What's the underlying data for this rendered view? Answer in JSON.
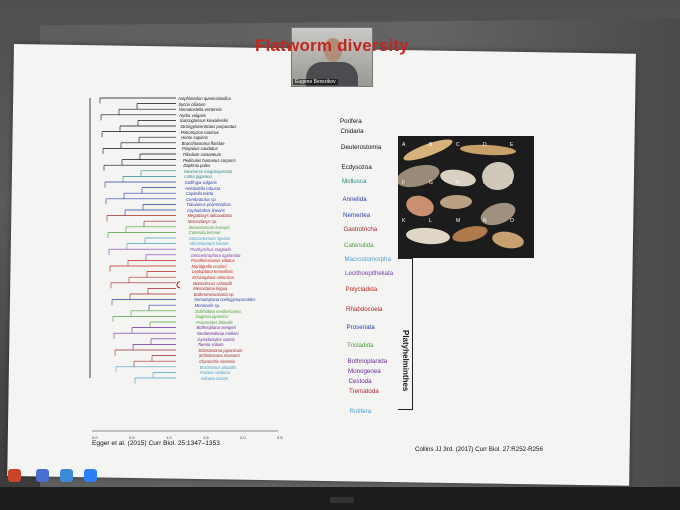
{
  "slide": {
    "title": "Flatworm diversity",
    "cite_left": "Egger et al. (2015) Curr Biol. 25:1347–1353",
    "cite_right": "Collins JJ 3rd. (2017) Curr Biol. 27:R252-R256",
    "vertical_label": "Platyhelminthes",
    "axis_ticks": [
      "0.0",
      "0.5",
      "1.0",
      "1.5",
      "2.0",
      "2.5"
    ]
  },
  "video": {
    "name": "Eugene Berezikov"
  },
  "taxa": [
    {
      "name": "Amphimedon queenslandica",
      "color": "#111111"
    },
    {
      "name": "Sycon ciliatum",
      "color": "#111111"
    },
    {
      "name": "Nematostella vectensis",
      "color": "#111111"
    },
    {
      "name": "Hydra vulgaris",
      "color": "#111111"
    },
    {
      "name": "Saccoglossus kowalevskii",
      "color": "#111111"
    },
    {
      "name": "Strongylocentrotus purpuratus",
      "color": "#111111"
    },
    {
      "name": "Petromyzon marinus",
      "color": "#111111"
    },
    {
      "name": "Homo sapiens",
      "color": "#111111"
    },
    {
      "name": "Branchiostoma floridae",
      "color": "#111111"
    },
    {
      "name": "Priapulus caudatus",
      "color": "#111111"
    },
    {
      "name": "Tribolium castaneum",
      "color": "#111111"
    },
    {
      "name": "Pediculus humanus corporis",
      "color": "#111111"
    },
    {
      "name": "Daphnia pulex",
      "color": "#111111"
    },
    {
      "name": "Neomenia megatrapezata",
      "color": "#2a8a8a"
    },
    {
      "name": "Lottia gigantea",
      "color": "#2a8a8a"
    },
    {
      "name": "Golfingia vulgaris",
      "color": "#2b3fa8"
    },
    {
      "name": "Helobdella robusta",
      "color": "#2b3fa8"
    },
    {
      "name": "Capitella teleta",
      "color": "#2b3fa8"
    },
    {
      "name": "Cerebratulus sp.",
      "color": "#2b3fa8"
    },
    {
      "name": "Tubulanus polymorphus",
      "color": "#2b3fa8"
    },
    {
      "name": "Cephalothrix linearis",
      "color": "#2b3fa8"
    },
    {
      "name": "Megadasys ialicaudatus",
      "color": "#a0282a"
    },
    {
      "name": "Macrodasys sp.",
      "color": "#a0282a"
    },
    {
      "name": "Stenostomum leucops",
      "color": "#4aa03a"
    },
    {
      "name": "Catenula lemnae",
      "color": "#4aa03a"
    },
    {
      "name": "Macrostomum lignano",
      "color": "#4aa0c8"
    },
    {
      "name": "Microstomum lineare",
      "color": "#4aa0c8"
    },
    {
      "name": "Prorhynchus stagnalis",
      "color": "#7a3aa8"
    },
    {
      "name": "Geocentrophora applanata",
      "color": "#7a3aa8"
    },
    {
      "name": "Prostheceraeus vittatus",
      "color": "#c0271d"
    },
    {
      "name": "Maritigrella crozieri",
      "color": "#c0271d"
    },
    {
      "name": "Leptoplana tremellaris",
      "color": "#c0271d"
    },
    {
      "name": "Echinoplana celerrima",
      "color": "#c0271d"
    },
    {
      "name": "Monodiscus schmidti",
      "color": "#a0282a"
    },
    {
      "name": "Mesostoma lingua",
      "color": "#a0282a"
    },
    {
      "name": "Bothromesostoma sp.",
      "color": "#a0282a"
    },
    {
      "name": "Nematoplana coelogynoporoides",
      "color": "#2b3fa8"
    },
    {
      "name": "Monocelis sp.",
      "color": "#2b3fa8"
    },
    {
      "name": "Schmidtea mediterranea",
      "color": "#4aa03a"
    },
    {
      "name": "Dugesia japonica",
      "color": "#4aa03a"
    },
    {
      "name": "Procerodes littoralis",
      "color": "#4aa03a"
    },
    {
      "name": "Bothrioplana semperi",
      "color": "#6a2a9a"
    },
    {
      "name": "Neobenedenia melleni",
      "color": "#6a2a9a"
    },
    {
      "name": "Gyrodactylus salaris",
      "color": "#6a2a9a"
    },
    {
      "name": "Taenia solium",
      "color": "#6a2a9a"
    },
    {
      "name": "Schistosoma japonicum",
      "color": "#a0282a"
    },
    {
      "name": "Schistosoma mansoni",
      "color": "#a0282a"
    },
    {
      "name": "Clonorchis sinensis",
      "color": "#a0282a"
    },
    {
      "name": "Brachionus plicatilis",
      "color": "#4aa0c8"
    },
    {
      "name": "Rotaria rotatoria",
      "color": "#4aa0c8"
    },
    {
      "name": "Adineta ricciae",
      "color": "#4aa0c8"
    }
  ],
  "groups": [
    {
      "label": "Porifera",
      "color": "#111111"
    },
    {
      "label": "Cnidaria",
      "color": "#111111"
    },
    {
      "label": "Deuterostomia",
      "color": "#111111"
    },
    {
      "label": "Ecdysozoa",
      "color": "#111111"
    },
    {
      "label": "Mollusca",
      "color": "#2a8a8a"
    },
    {
      "label": "Annelida",
      "color": "#2b3fa8"
    },
    {
      "label": "Nemertea",
      "color": "#2b3fa8"
    },
    {
      "label": "Gastrotricha",
      "color": "#a0282a"
    },
    {
      "label": "Catenulida",
      "color": "#4aa03a"
    },
    {
      "label": "Macrostomorpha",
      "color": "#4aa0c8"
    },
    {
      "label": "Lecithoepitheliata",
      "color": "#7a3aa8"
    },
    {
      "label": "Polycladida",
      "color": "#c0271d"
    },
    {
      "label": "Rhabdocoela",
      "color": "#a0282a"
    },
    {
      "label": "Proseriata",
      "color": "#2b3fa8"
    },
    {
      "label": "Tricladida",
      "color": "#4aa03a"
    },
    {
      "label": "Bothrioplanida",
      "color": "#6a2a9a"
    },
    {
      "label": "Monogenea",
      "color": "#6a2a9a"
    },
    {
      "label": "Cestoda",
      "color": "#6a2a9a"
    },
    {
      "label": "Trematoda",
      "color": "#a0282a"
    },
    {
      "label": "Rotifera",
      "color": "#4aa0c8"
    }
  ],
  "photo_labels": [
    "A",
    "B",
    "C",
    "D",
    "E",
    "F",
    "G",
    "H",
    "I",
    "J",
    "K",
    "L",
    "M",
    "N",
    "O"
  ],
  "taskbar": [
    "ppt-icon",
    "people-icon",
    "chat-icon",
    "zoom-icon"
  ]
}
